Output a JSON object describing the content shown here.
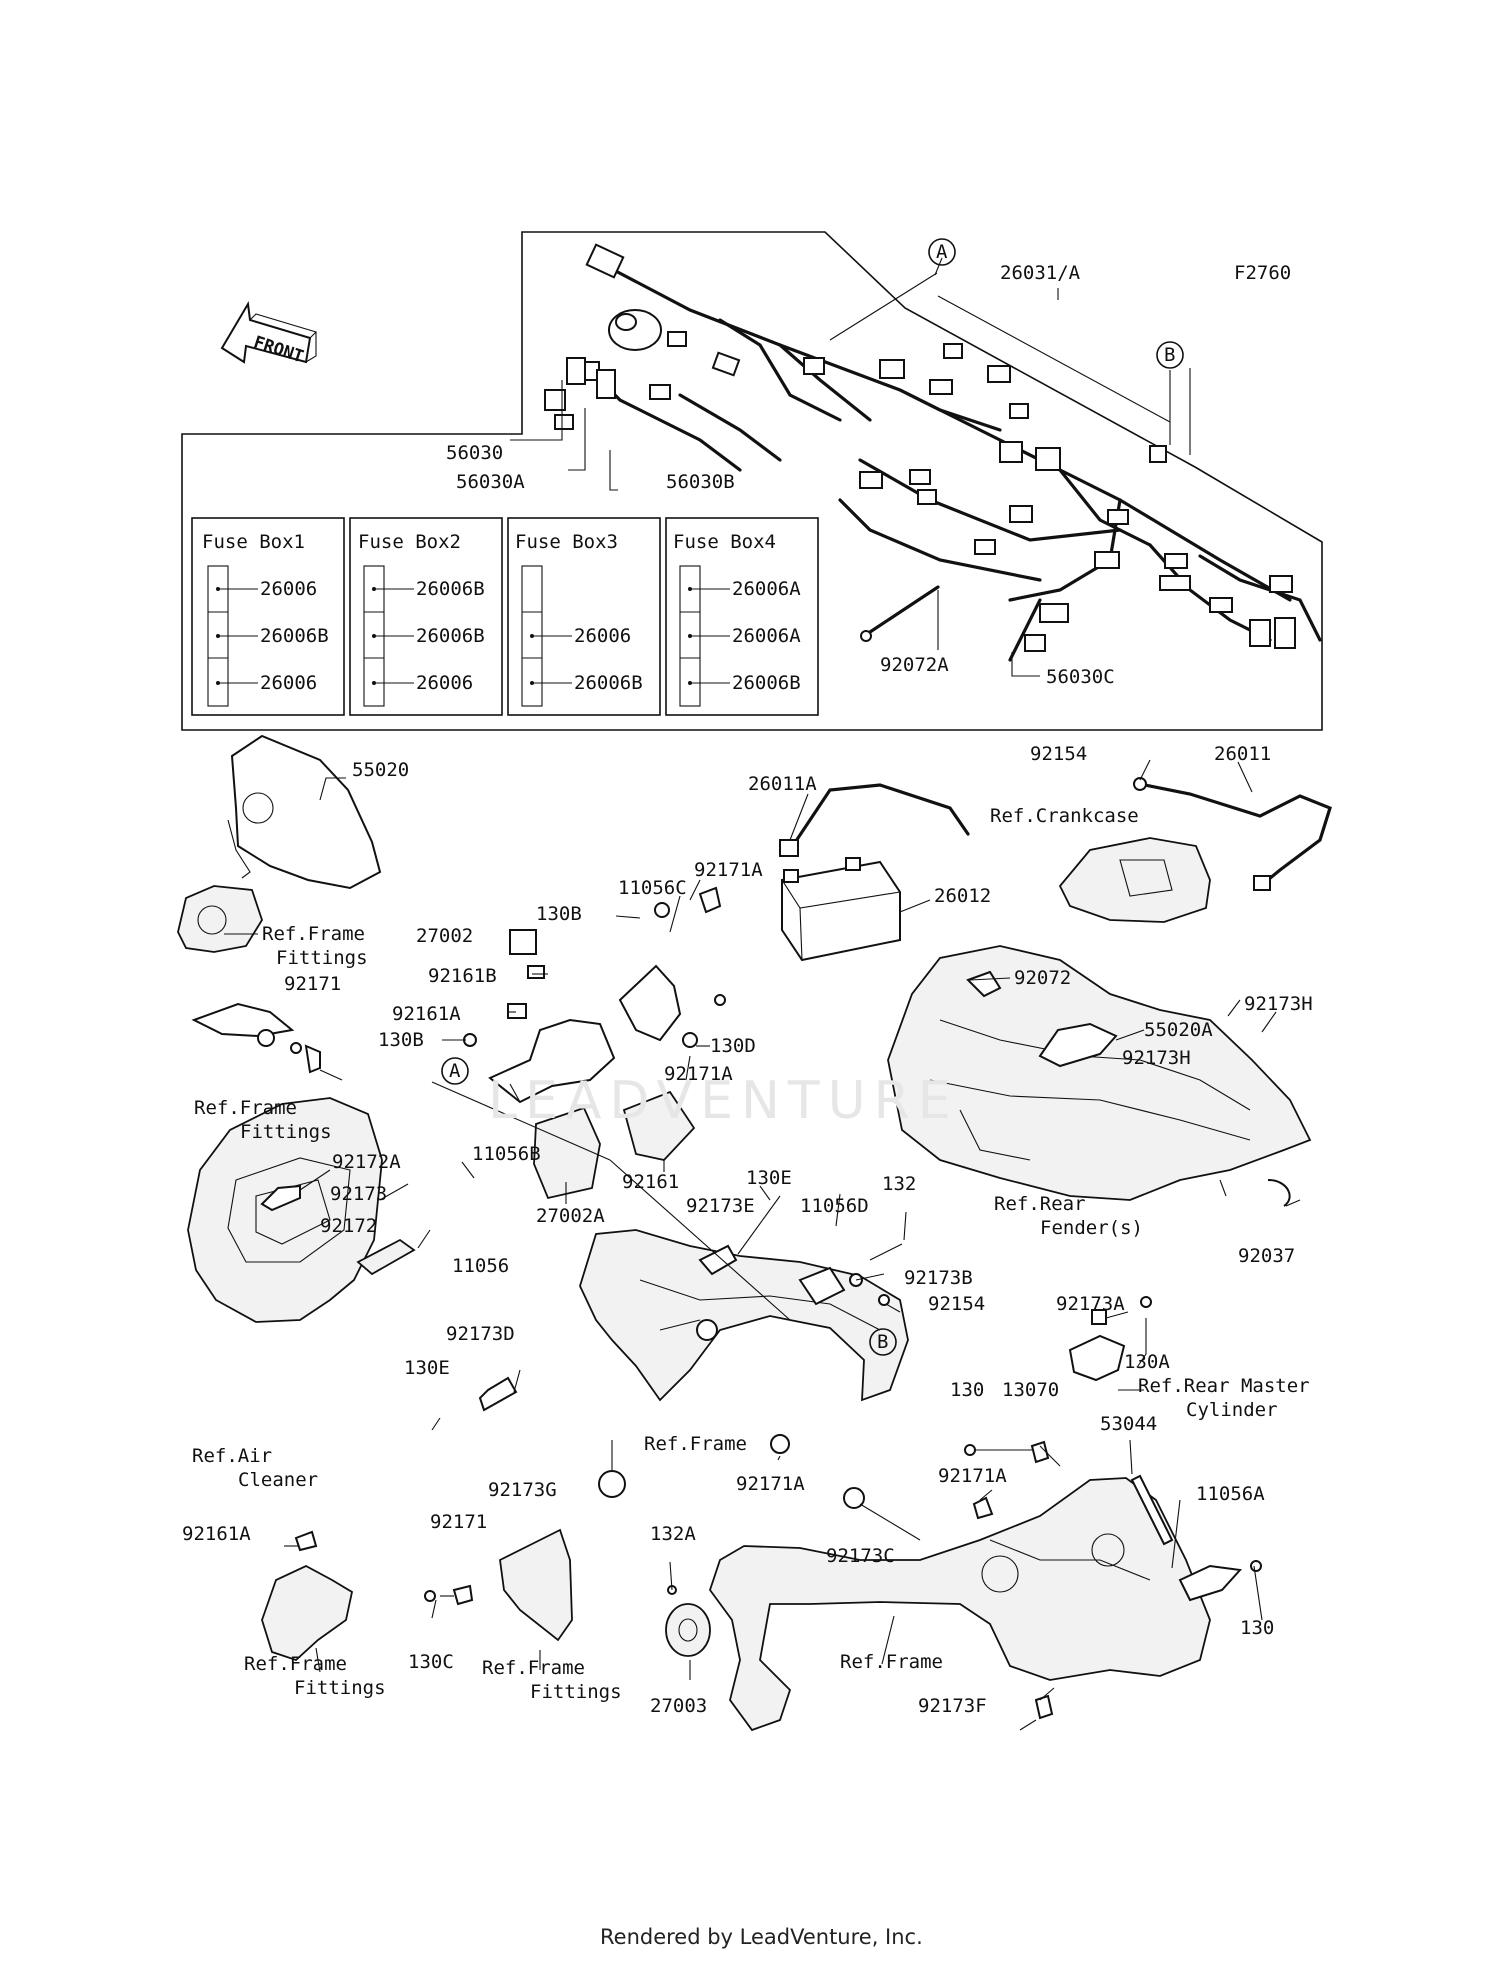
{
  "diagram_code": "F2760",
  "front_label": "FRONT",
  "callouts": {
    "a": "A",
    "b": "B"
  },
  "fuse_boxes": [
    {
      "title": "Fuse Box1",
      "fuses": [
        "26006",
        "26006B",
        "26006"
      ]
    },
    {
      "title": "Fuse Box2",
      "fuses": [
        "26006B",
        "26006B",
        "26006"
      ]
    },
    {
      "title": "Fuse Box3",
      "fuses": [
        "",
        "26006",
        "26006B"
      ]
    },
    {
      "title": "Fuse Box4",
      "fuses": [
        "26006A",
        "26006A",
        "26006B"
      ]
    }
  ],
  "part_numbers": {
    "p26031": "26031/A",
    "p56030": "56030",
    "p56030A": "56030A",
    "p56030B": "56030B",
    "p92072A": "92072A",
    "p56030C": "56030C",
    "p55020": "55020",
    "p92154a": "92154",
    "p26011": "26011",
    "p26011A": "26011A",
    "p92171A_a": "92171A",
    "p11056C": "11056C",
    "p130B_a": "130B",
    "p26012": "26012",
    "p27002": "27002",
    "p92161B": "92161B",
    "p92171a": "92171",
    "p92161A_a": "92161A",
    "p130B_b": "130B",
    "p130D": "130D",
    "p92072": "92072",
    "p55020A": "55020A",
    "p92173H_a": "92173H",
    "p92173H_b": "92173H",
    "p92171A_b": "92171A",
    "p11056B": "11056B",
    "p92172A": "92172A",
    "p92173": "92173",
    "p92172": "92172",
    "p11056": "11056",
    "p27002A": "27002A",
    "p92161": "92161",
    "p130E_a": "130E",
    "p92173E": "92173E",
    "p11056D": "11056D",
    "p132": "132",
    "p92037": "92037",
    "p92173B": "92173B",
    "p92154b": "92154",
    "p92173A": "92173A",
    "p130A": "130A",
    "p92173D": "92173D",
    "p130E_b": "130E",
    "p130a": "130",
    "p13070": "13070",
    "p53044": "53044",
    "p92173G": "92173G",
    "p92171A_c": "92171A",
    "p92171A_d": "92171A",
    "p11056A": "11056A",
    "p92161A_b": "92161A",
    "p92171b": "92171",
    "p132A": "132A",
    "p92173C": "92173C",
    "p130b": "130",
    "p130C": "130C",
    "p27003": "27003",
    "p92173F": "92173F"
  },
  "references": {
    "crankcase": "Ref.Crankcase",
    "frame_fittings_1a": "Ref.Frame",
    "frame_fittings_1b": "Fittings",
    "frame_fittings_2a": "Ref.Frame",
    "frame_fittings_2b": "Fittings",
    "rear_fender_a": "Ref.Rear",
    "rear_fender_b": "Fender(s)",
    "air_cleaner_a": "Ref.Air",
    "air_cleaner_b": "Cleaner",
    "frame_center": "Ref.Frame",
    "rear_master_a": "Ref.Rear Master",
    "rear_master_b": "Cylinder",
    "frame_fittings_3a": "Ref.Frame",
    "frame_fittings_3b": "Fittings",
    "frame_fittings_4a": "Ref.Frame",
    "frame_fittings_4b": "Fittings",
    "frame_bottom": "Ref.Frame"
  },
  "watermark": "LEADVENTURE",
  "footer": "Rendered by LeadVenture, Inc."
}
